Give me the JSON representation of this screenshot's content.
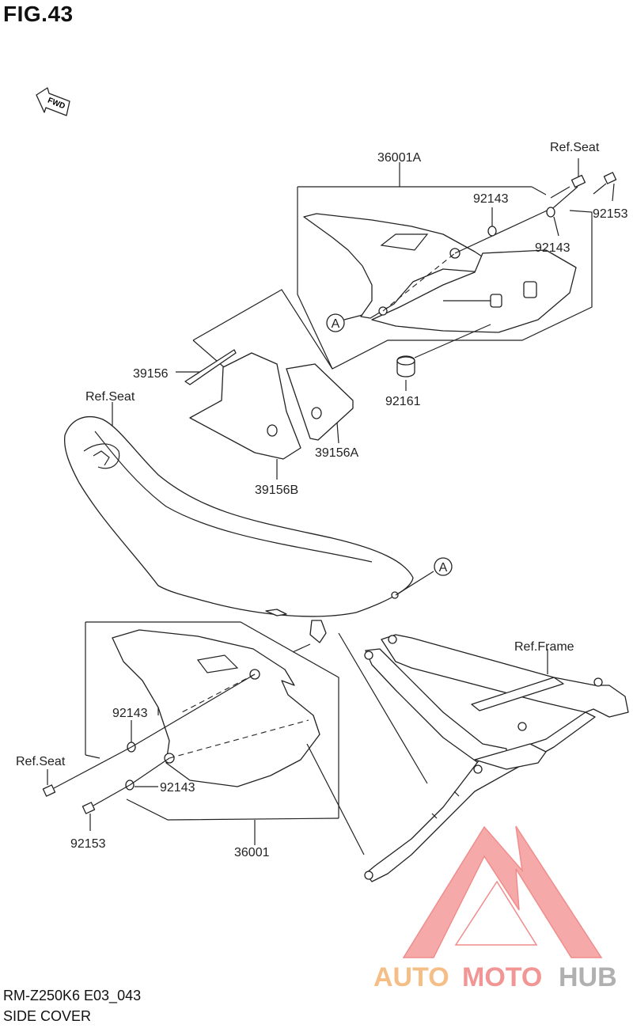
{
  "figure": {
    "title": "FIG.43",
    "model_code": "RM-Z250K6 E03_043",
    "name": "SIDE COVER",
    "fwd_label": "FWD"
  },
  "labels": {
    "l36001A": "36001A",
    "refSeatTop": "Ref.Seat",
    "p92143a": "92143",
    "p92153a": "92153",
    "p92143b": "92143",
    "p39156": "39156",
    "p92161": "92161",
    "refSeatMid": "Ref.Seat",
    "p39156A": "39156A",
    "p39156B": "39156B",
    "calloutA1": "A",
    "calloutA2": "A",
    "refFrame": "Ref.Frame",
    "p92143c": "92143",
    "refSeatLeft": "Ref.Seat",
    "p92143d": "92143",
    "p92153b": "92153",
    "p36001": "36001"
  },
  "watermark": {
    "text_auto": "AUTO",
    "text_moto": "MOTO",
    "text_hub": "HUB",
    "color_auto": "#f5b87a",
    "color_moto": "#f08a8a",
    "color_hub": "#a8a8a8",
    "logo_color": "#f4a0a0"
  }
}
